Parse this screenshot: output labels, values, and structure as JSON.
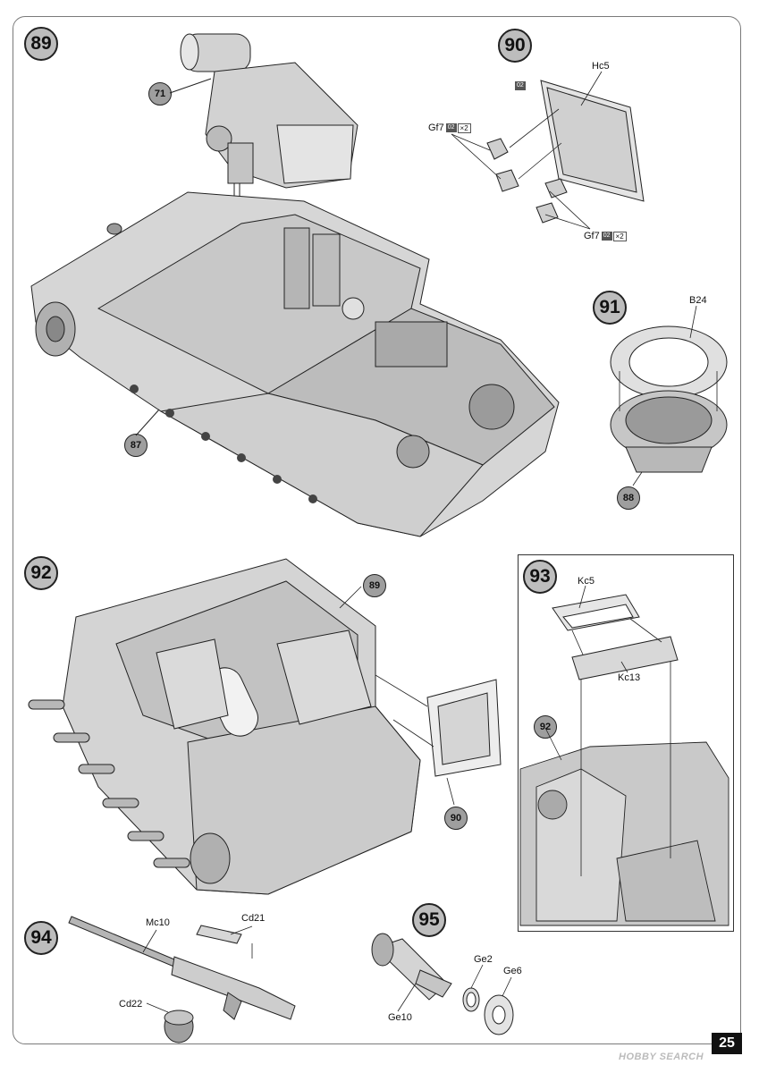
{
  "steps": {
    "s89": "89",
    "s90": "90",
    "s91": "91",
    "s92": "92",
    "s93": "93",
    "s94": "94",
    "s95": "95"
  },
  "refs": {
    "r71": "71",
    "r87": "87",
    "r88": "88",
    "r89_in92": "89",
    "r90_in92": "90",
    "r92_in93": "92"
  },
  "parts": {
    "hc5": "Hc5",
    "gf7_top": "Gf7",
    "gf7_bottom": "Gf7",
    "sprue_badge": "02",
    "qty_x2": "×2",
    "b24": "B24",
    "kc5": "Kc5",
    "kc13": "Kc13",
    "mc10": "Mc10",
    "cd21": "Cd21",
    "cd22": "Cd22",
    "ge2": "Ge2",
    "ge6": "Ge6",
    "ge10": "Ge10"
  },
  "page_number": "25",
  "watermark": "HOBBY SEARCH",
  "colors": {
    "hull": "#d2d2d2",
    "hull_dark": "#a8a8a8",
    "line": "#222222",
    "step_fill": "#bdbdbd"
  }
}
